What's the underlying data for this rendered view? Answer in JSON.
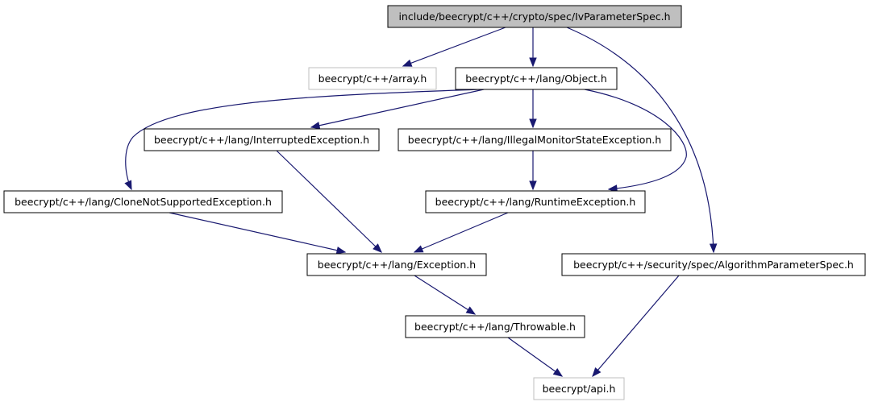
{
  "colors": {
    "edge": "#191970",
    "root_fill": "#bfbfbf",
    "node_border": "#000000",
    "missing_border": "#bfbfbf",
    "node_fill": "#ffffff",
    "text": "#000000"
  },
  "nodes": [
    {
      "id": "ivparameterspec",
      "label": "include/beecrypt/c++/crypto/spec/IvParameterSpec.h",
      "style": "root",
      "interactable": false
    },
    {
      "id": "array",
      "label": "beecrypt/c++/array.h",
      "style": "missing",
      "interactable": false
    },
    {
      "id": "object",
      "label": "beecrypt/c++/lang/Object.h",
      "style": "normal",
      "interactable": true
    },
    {
      "id": "interruptedexception",
      "label": "beecrypt/c++/lang/InterruptedException.h",
      "style": "normal",
      "interactable": true
    },
    {
      "id": "illegalmonitorstateexception",
      "label": "beecrypt/c++/lang/IllegalMonitorStateException.h",
      "style": "normal",
      "interactable": true
    },
    {
      "id": "clonenotsupportedexception",
      "label": "beecrypt/c++/lang/CloneNotSupportedException.h",
      "style": "normal",
      "interactable": true
    },
    {
      "id": "runtimeexception",
      "label": "beecrypt/c++/lang/RuntimeException.h",
      "style": "normal",
      "interactable": true
    },
    {
      "id": "exception",
      "label": "beecrypt/c++/lang/Exception.h",
      "style": "normal",
      "interactable": true
    },
    {
      "id": "algorithmparameterspec",
      "label": "beecrypt/c++/security/spec/AlgorithmParameterSpec.h",
      "style": "normal",
      "interactable": true
    },
    {
      "id": "throwable",
      "label": "beecrypt/c++/lang/Throwable.h",
      "style": "normal",
      "interactable": true
    },
    {
      "id": "api",
      "label": "beecrypt/api.h",
      "style": "missing",
      "interactable": false
    }
  ],
  "edges": [
    {
      "from": "ivparameterspec",
      "to": "array"
    },
    {
      "from": "ivparameterspec",
      "to": "object"
    },
    {
      "from": "ivparameterspec",
      "to": "algorithmparameterspec"
    },
    {
      "from": "object",
      "to": "clonenotsupportedexception"
    },
    {
      "from": "object",
      "to": "interruptedexception"
    },
    {
      "from": "object",
      "to": "illegalmonitorstateexception"
    },
    {
      "from": "object",
      "to": "runtimeexception"
    },
    {
      "from": "interruptedexception",
      "to": "exception"
    },
    {
      "from": "illegalmonitorstateexception",
      "to": "runtimeexception"
    },
    {
      "from": "clonenotsupportedexception",
      "to": "exception"
    },
    {
      "from": "runtimeexception",
      "to": "exception"
    },
    {
      "from": "exception",
      "to": "throwable"
    },
    {
      "from": "throwable",
      "to": "api"
    },
    {
      "from": "algorithmparameterspec",
      "to": "api"
    }
  ]
}
